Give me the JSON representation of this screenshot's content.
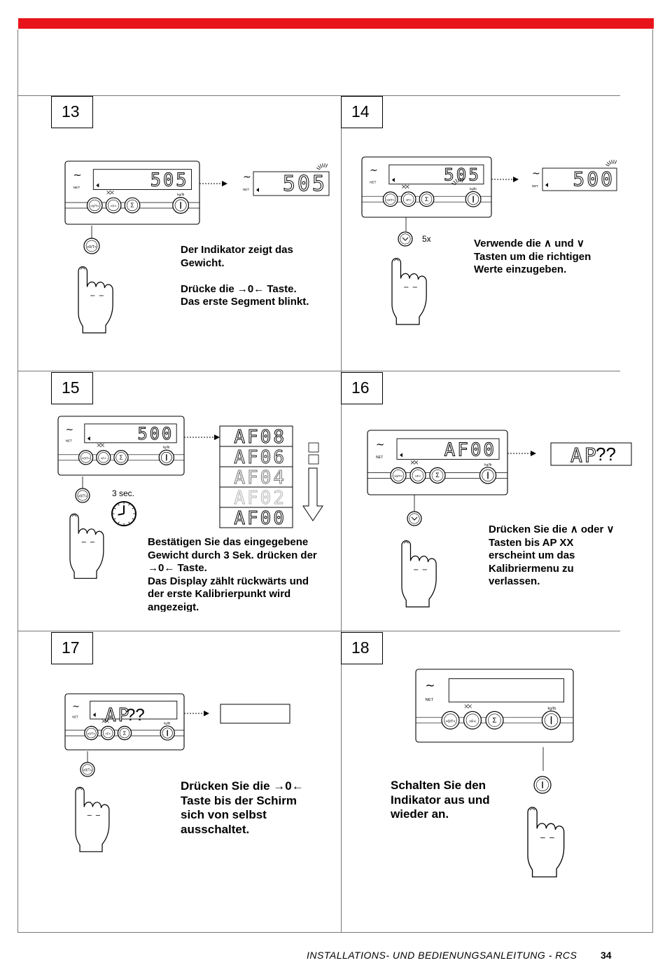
{
  "footer": {
    "title": "INSTALLATIONS- UND BEDIENUNGSANLEITUNG - RCS",
    "page": "34"
  },
  "display": {
    "approx": "~",
    "net": "NET",
    "key_zero": ">0/T<",
    "key_fn": ">F<",
    "key_sum": "Σ",
    "unit_label": "kg/lb"
  },
  "steps": [
    {
      "number": "13",
      "lines": [
        "Der  Indikator zeigt das",
        "Gewicht.",
        "",
        "Drücke die →0← Taste.",
        "Das erste Segment blinkt."
      ],
      "readouts": [
        "505",
        "505"
      ]
    },
    {
      "number": "14",
      "lines": [
        "Verwende die ∧ und ∨",
        "Tasten um die richtigen",
        "Werte einzugeben."
      ],
      "repeat": "5x",
      "readouts": [
        "505",
        "500"
      ]
    },
    {
      "number": "15",
      "lines": [
        "Bestätigen Sie das eingegebene",
        "Gewicht durch 3 Sek. drücken  der",
        "→0← Taste.",
        "Das Display zählt rückwärts und",
        "der erste Kalibrierpunkt wird",
        "angezeigt."
      ],
      "hold": "3 sec.",
      "readouts": [
        "500"
      ],
      "countdown": [
        "AF08",
        "AF06",
        "AF04",
        "AF02",
        "AF00"
      ]
    },
    {
      "number": "16",
      "lines": [
        "Drücken Sie die ∧ oder ∨",
        "Tasten  bis AP XX",
        "erscheint um das",
        "Kalibriermenu zu",
        "verlassen."
      ],
      "readouts": [
        "AF00"
      ],
      "result_seg": "AP",
      "result_q": "??"
    },
    {
      "number": "17",
      "lines": [
        "Drücken Sie die →0←",
        "Taste bis der Schirm",
        "sich von selbst",
        "ausschaltet."
      ],
      "readout_seg": "AP",
      "readout_q": "??"
    },
    {
      "number": "18",
      "lines": [
        "Schalten Sie den",
        "Indikator aus und",
        "wieder an."
      ]
    }
  ]
}
